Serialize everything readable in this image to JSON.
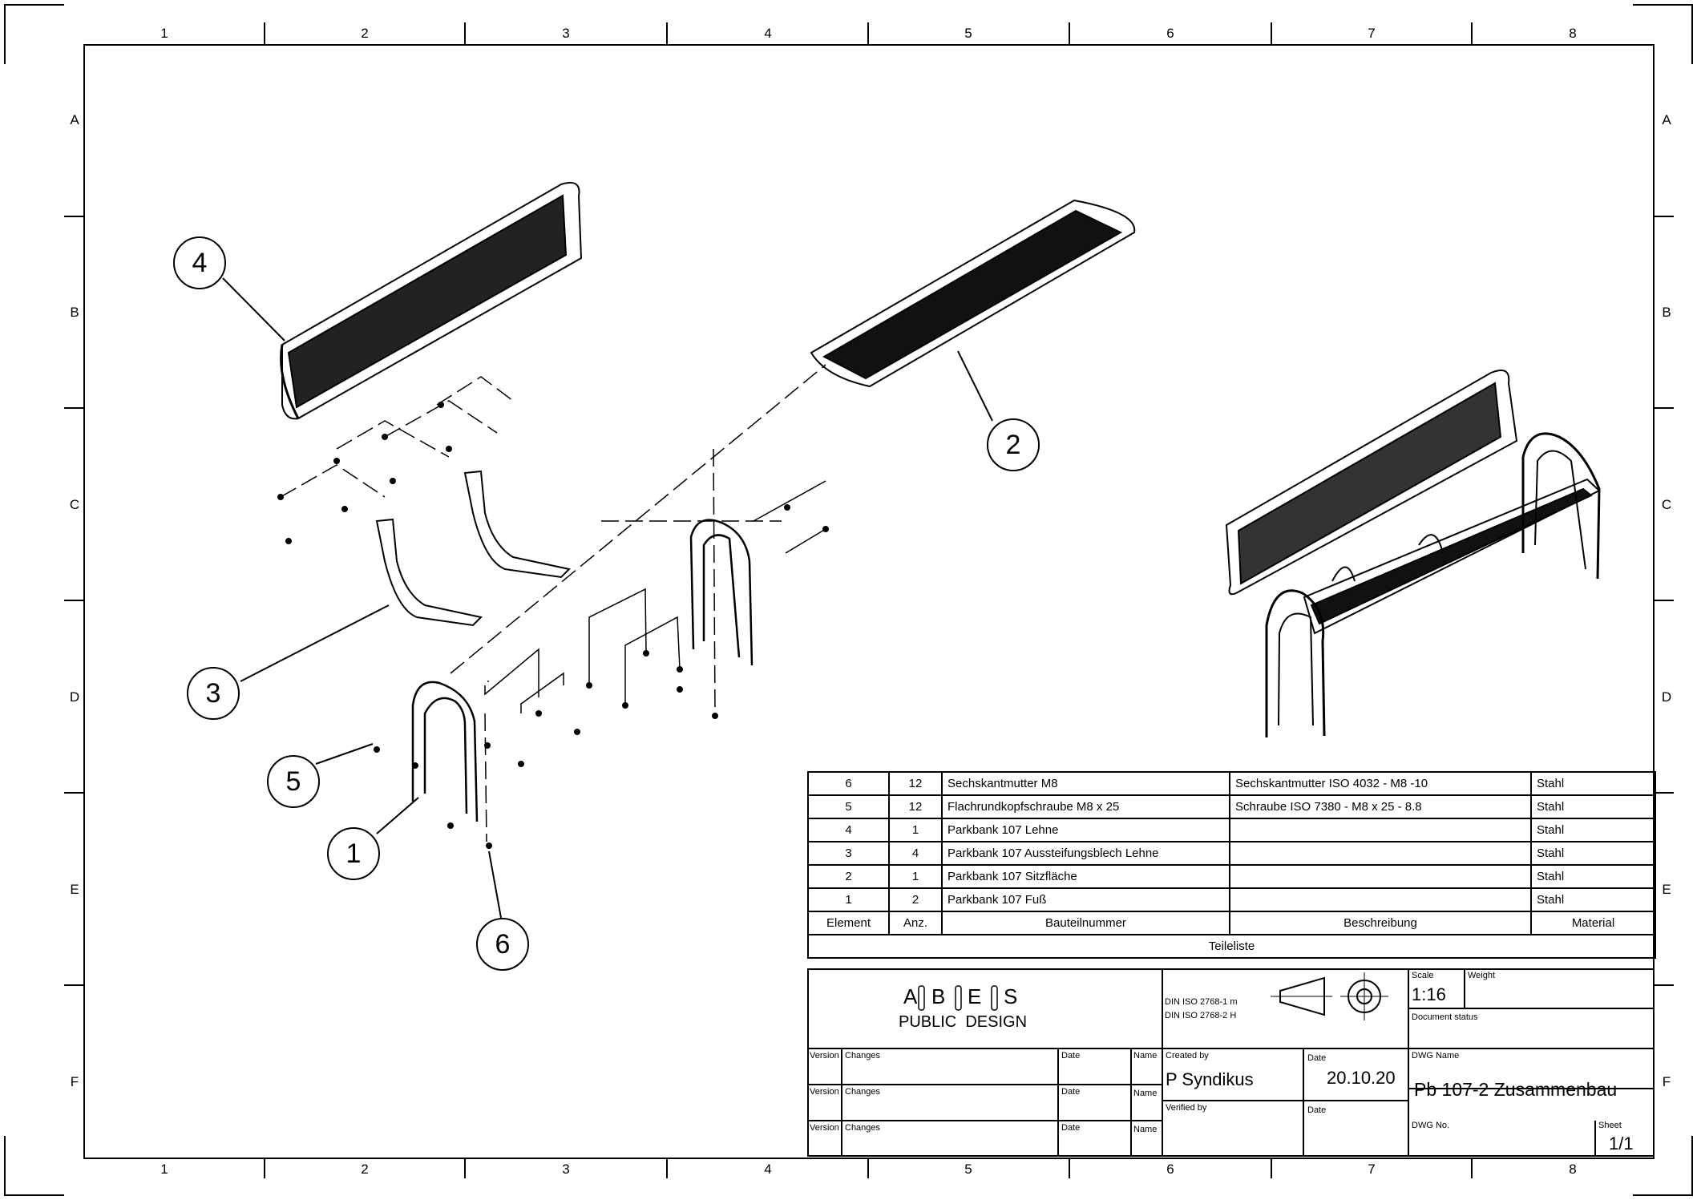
{
  "frame": {
    "columns": [
      "1",
      "2",
      "3",
      "4",
      "5",
      "6",
      "7",
      "8"
    ],
    "rows": [
      "A",
      "B",
      "C",
      "D",
      "E",
      "F"
    ]
  },
  "balloons": [
    "1",
    "2",
    "3",
    "4",
    "5",
    "6"
  ],
  "parts_list": {
    "rows": [
      {
        "element": "6",
        "qty": "12",
        "part": "Sechskantmutter M8",
        "description": "Sechskantmutter ISO 4032 - M8 -10",
        "material": "Stahl"
      },
      {
        "element": "5",
        "qty": "12",
        "part": "Flachrundkopfschraube M8 x 25",
        "description": "Schraube ISO 7380 - M8 x 25 - 8.8",
        "material": "Stahl"
      },
      {
        "element": "4",
        "qty": "1",
        "part": "Parkbank 107 Lehne",
        "description": "",
        "material": "Stahl"
      },
      {
        "element": "3",
        "qty": "4",
        "part": "Parkbank 107 Aussteifungsblech Lehne",
        "description": "",
        "material": "Stahl"
      },
      {
        "element": "2",
        "qty": "1",
        "part": "Parkbank 107 Sitzfläche",
        "description": "",
        "material": "Stahl"
      },
      {
        "element": "1",
        "qty": "2",
        "part": "Parkbank 107 Fuß",
        "description": "",
        "material": "Stahl"
      }
    ],
    "headers": {
      "element": "Element",
      "qty": "Anz.",
      "part": "Bauteilnummer",
      "description": "Beschreibung",
      "material": "Material"
    },
    "caption": "Teileliste"
  },
  "title_block": {
    "logo_letters": [
      "A",
      "B",
      "E",
      "S"
    ],
    "logo_sub": "PUBLIC  DESIGN",
    "tolerance_1": "DIN ISO 2768-1 m",
    "tolerance_2": "DIN ISO 2768-2 H",
    "scale_label": "Scale",
    "scale": "1:16",
    "weight_label": "Weight",
    "doc_status_label": "Document status",
    "version_label": "Version",
    "changes_label": "Changes",
    "date_label": "Date",
    "name_label": "Name",
    "created_by_label": "Created by",
    "created_by": "P Syndikus",
    "created_date": "20.10.20",
    "verified_by_label": "Verified by",
    "dwg_name_label": "DWG Name",
    "dwg_name": "Pb 107-2 Zusammenbau",
    "dwg_no_label": "DWG No.",
    "sheet_label": "Sheet",
    "sheet": "1/1"
  }
}
